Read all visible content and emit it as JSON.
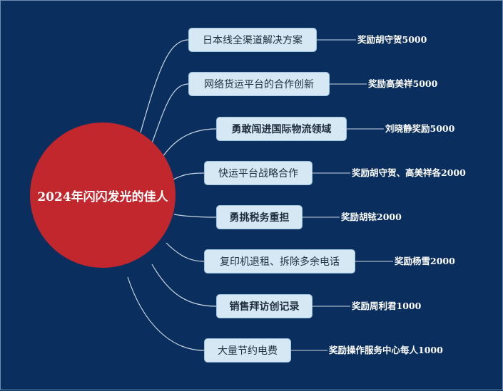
{
  "center": {
    "label": "2024年闪闪发光的佳人"
  },
  "branches": [
    {
      "label": "日本线全渠道解决方案",
      "award": "奖励胡守贺5000"
    },
    {
      "label": "网络货运平台的合作创新",
      "award": "奖励高美祥5000"
    },
    {
      "label": "勇敢闯进国际物流领域",
      "award": "刘晓静奖励5000"
    },
    {
      "label": "快运平台战略合作",
      "award": "奖励胡守贺、高美祥各2000"
    },
    {
      "label": "勇挑税务重担",
      "award": "奖励胡铱2000"
    },
    {
      "label": "复印机退租、拆除多余电话",
      "award": "奖励杨雪2000"
    },
    {
      "label": "销售拜访创记录",
      "award": "奖励周利君1000"
    },
    {
      "label": "大量节约电费",
      "award": "奖励操作服务中心每人1000"
    }
  ],
  "colors": {
    "background": "#0a2f5e",
    "center_fill": "#c1272d",
    "branch_fill": "#d6e8f3",
    "connector": "#c9d6e3"
  }
}
